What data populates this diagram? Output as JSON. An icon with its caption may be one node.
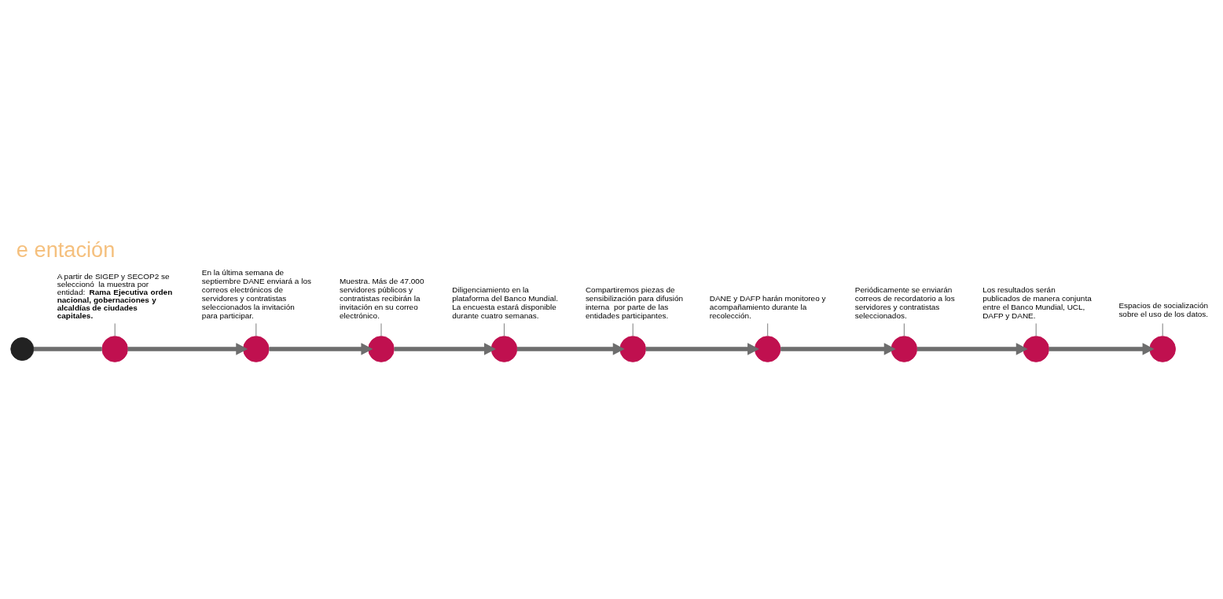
{
  "diagram": {
    "title": "e entación",
    "nodes": [
      {
        "text": [],
        "shape": "circle"
      },
      {
        "text": [],
        "shape": "circle"
      },
      {
        "text": [],
        "shape": "circle"
      },
      {
        "text": [],
        "shape": "circle"
      },
      {
        "text": [],
        "shape": "circle"
      },
      {
        "text": [],
        "shape": "circle"
      },
      {
        "text": [],
        "shape": "circle"
      },
      {
        "text": [],
        "shape": "circle"
      },
      {
        "text": [],
        "shape": "circle"
      },
      {
        "text": [],
        "shape": "circle"
      },
      {
        "text": [
          "A partir de SIGEP y SECOP2 se seleccionó  la muestra por entidad: **Rama Ejecutiva orden nacional, gobernaciones y alcaldías de ciudades capitales.**"
        ]
      },
      {
        "text": [
          "En la última semana de septiembre DANE enviará a los correos electrónicos de servidores y contratistas seleccionados la invitación para participar."
        ]
      },
      {
        "text": [
          "Muestra. Más de 47.000 servidores públicos y contratistas recibirán la invitación en su correo electrónico."
        ]
      },
      {
        "text": [
          "Diligenciamiento en la plataforma del Banco Mundial. La encuesta estará disponible durante cuatro semanas."
        ]
      },
      {
        "text": [
          "Compartiremos piezas de sensibilización para difusión interna  por parte de las entidades participantes."
        ]
      },
      {
        "text": [
          "DANE y DAFP harán monitoreo y acompañamiento durante la recolección."
        ]
      },
      {
        "text": [
          "Periódicamente se enviarán correos de recordatorio a los servidores y contratistas seleccionados."
        ]
      },
      {
        "text": [
          "Los resultados serán publicados de manera conjunta entre el Banco Mundial, UCL, DAFP y DANE."
        ]
      },
      {
        "text": [
          "Espacios de socialización sobre el uso de los datos."
        ]
      }
    ],
    "edges": [
      {
        "from": 0,
        "to": 1,
        "arrow": "none",
        "style": "thick"
      },
      {
        "from": 1,
        "to": 2,
        "arrow": "to",
        "style": "thick"
      },
      {
        "from": 2,
        "to": 3,
        "arrow": "to",
        "style": "thick"
      },
      {
        "from": 3,
        "to": 4,
        "arrow": "to",
        "style": "thick"
      },
      {
        "from": 4,
        "to": 5,
        "arrow": "to",
        "style": "thick"
      },
      {
        "from": 5,
        "to": 6,
        "arrow": "to",
        "style": "thick"
      },
      {
        "from": 6,
        "to": 7,
        "arrow": "to",
        "style": "thick"
      },
      {
        "from": 7,
        "to": 8,
        "arrow": "to",
        "style": "thick"
      },
      {
        "from": 8,
        "to": 9,
        "arrow": "to",
        "style": "thick"
      },
      {
        "from": 10,
        "to": 1,
        "arrow": "none"
      },
      {
        "from": 11,
        "to": 2,
        "arrow": "none"
      },
      {
        "from": 12,
        "to": 3,
        "arrow": "none"
      },
      {
        "from": 13,
        "to": 4,
        "arrow": "none"
      },
      {
        "from": 14,
        "to": 5,
        "arrow": "none"
      },
      {
        "from": 15,
        "to": 6,
        "arrow": "none"
      },
      {
        "from": 16,
        "to": 7,
        "arrow": "none"
      },
      {
        "from": 17,
        "to": 8,
        "arrow": "none"
      },
      {
        "from": 18,
        "to": 9,
        "arrow": "none"
      }
    ]
  }
}
